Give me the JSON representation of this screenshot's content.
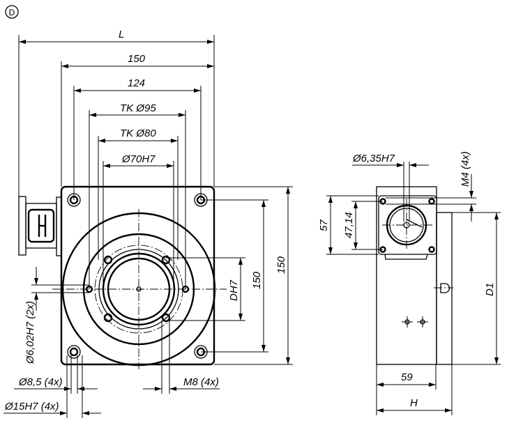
{
  "view_label": "D",
  "front_view": {
    "dim_L": "L",
    "dim_150_width": "150",
    "dim_124": "124",
    "dim_tk95": "TK Ø95",
    "dim_tk80": "TK Ø80",
    "dim_70h7": "Ø70H7",
    "dim_dh7": "DH7",
    "dim_150_inner": "150",
    "dim_150_height": "150",
    "dim_602h7": "Ø6,02H7 (2x)",
    "dim_85": "Ø8,5 (4x)",
    "dim_15h7": "Ø15H7 (4x)",
    "dim_m8": "M8 (4x)"
  },
  "side_view": {
    "dim_635h7": "Ø6,35H7",
    "dim_m4": "M4 (4x)",
    "dim_57": "57",
    "dim_4714": "47,14",
    "dim_d1": "D1",
    "dim_59": "59",
    "dim_h": "H"
  }
}
